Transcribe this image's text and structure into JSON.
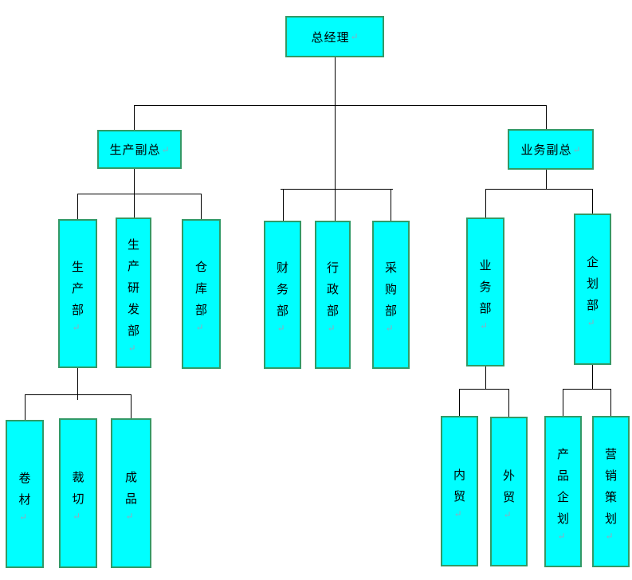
{
  "diagram_type": "org-chart",
  "colors": {
    "box_fill": "#00FFFF",
    "box_border": "#339966",
    "line": "#000000",
    "mark": "#92AABE",
    "text": "#000000",
    "background": "#FFFFFF"
  },
  "marks": {
    "return": "↵"
  },
  "nodes": [
    {
      "label": "总经理",
      "parent": null,
      "level": 1
    },
    {
      "label": "生产副总",
      "parent": "总经理",
      "level": 2
    },
    {
      "label": "业务副总",
      "parent": "总经理",
      "level": 2
    },
    {
      "label": "生产部",
      "parent": "生产副总",
      "level": 3
    },
    {
      "label": "生产研发部",
      "parent": "生产副总",
      "level": 3
    },
    {
      "label": "仓库部",
      "parent": "生产副总",
      "level": 3
    },
    {
      "label": "财务部",
      "parent": "总经理",
      "level": 3
    },
    {
      "label": "行政部",
      "parent": "总经理",
      "level": 3
    },
    {
      "label": "采购部",
      "parent": "总经理",
      "level": 3
    },
    {
      "label": "业务部",
      "parent": "业务副总",
      "level": 3
    },
    {
      "label": "企划部",
      "parent": "业务副总",
      "level": 3
    },
    {
      "label": "卷材",
      "parent": "生产部",
      "level": 4
    },
    {
      "label": "裁切",
      "parent": "生产部",
      "level": 4
    },
    {
      "label": "成品",
      "parent": "生产部",
      "level": 4
    },
    {
      "label": "内贸",
      "parent": "业务部",
      "level": 4
    },
    {
      "label": "外贸",
      "parent": "业务部",
      "level": 4
    },
    {
      "label": "产品企划",
      "parent": "企划部",
      "level": 4
    },
    {
      "label": "营销策划",
      "parent": "企划部",
      "level": 4
    }
  ]
}
